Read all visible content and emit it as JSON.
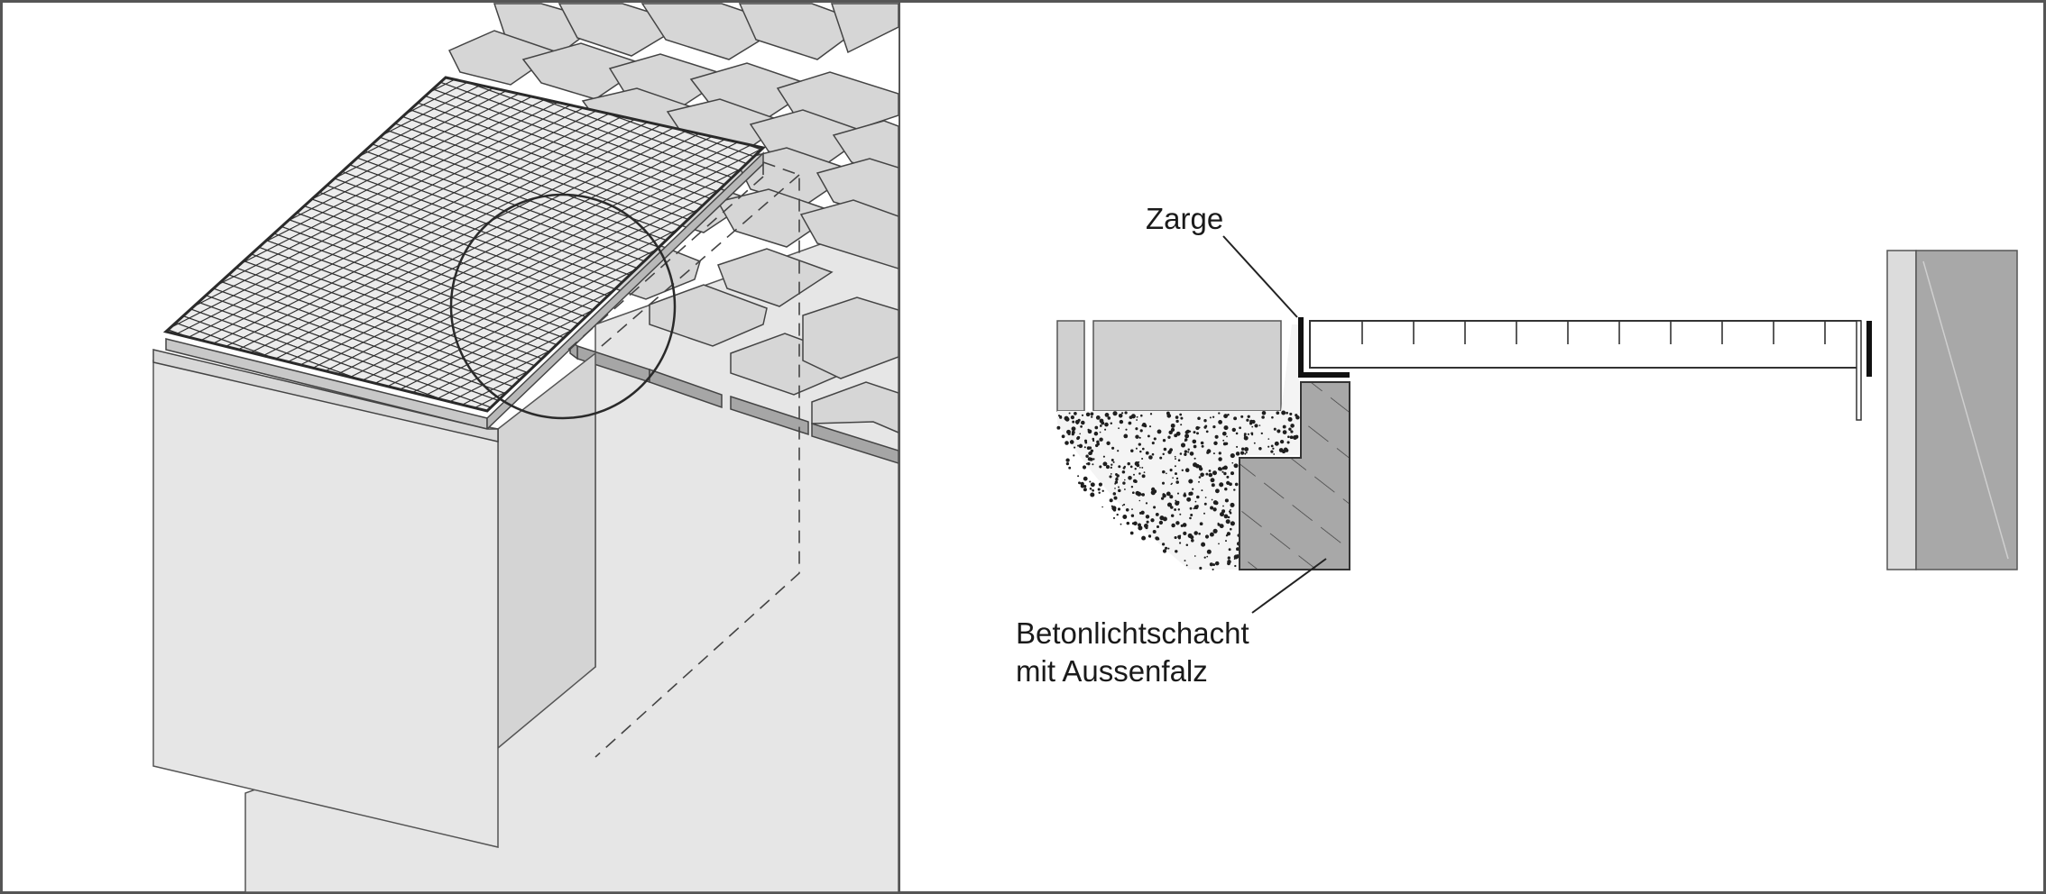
{
  "labels": {
    "zarge": "Zarge",
    "betonlichtschacht_line1": "Betonlichtschacht",
    "betonlichtschacht_line2": "mit Aussenfalz"
  },
  "colors": {
    "frame": "#555555",
    "tile_fill": "#d6d6d6",
    "wall_front": "#e6e6e6",
    "wall_side": "#d4d4d4",
    "concrete_section": "#a8a8a8",
    "grating": "#3a3a3a"
  }
}
